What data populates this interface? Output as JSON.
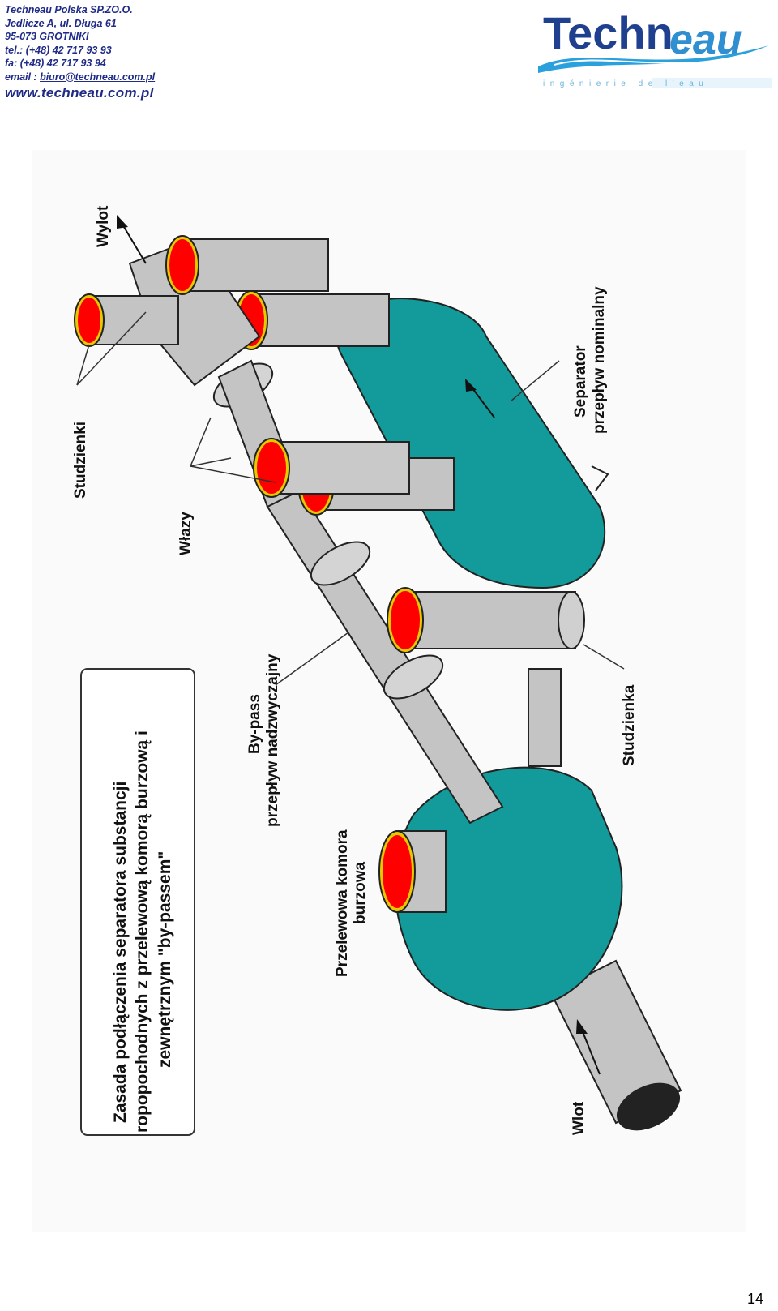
{
  "header": {
    "company": "Techneau Polska SP.ZO.O.",
    "address": "Jedlicze A, ul. Długa 61",
    "postal": "95-073 GROTNIKI",
    "tel": "tel.: (+48) 42 717 93 93",
    "fax": "fa:  (+48) 42 717 93 94",
    "email_prefix": "email : ",
    "email": "biuro@techneau.com.pl",
    "website": "www.techneau.com.pl"
  },
  "logo": {
    "brand_part1": "Techn",
    "brand_part2": "eau",
    "tagline": "ingénierie de l'eau",
    "colors": {
      "navy": "#1f3f8f",
      "blue": "#2f8fd0",
      "wave": "#2aa0dc"
    }
  },
  "diagram": {
    "title_line1": "Zasada podłączenia separatora substancji",
    "title_line2": "ropopochodnych z przelewową komorą burzową i",
    "title_line3": "zewnętrznym \"by-passem\"",
    "labels": {
      "wylot": "Wylot",
      "studzienki": "Studzienki",
      "wlazy": "Włazy",
      "separator_line1": "Separator",
      "separator_line2": "przepływ nominalny",
      "bypass_line1": "By-pass",
      "bypass_line2": "przepływ nadzwyczajny",
      "studzienka": "Studzienka",
      "komora_line1": "Przelewowa komora",
      "komora_line2": "burzowa",
      "wlot": "Wlot"
    },
    "colors": {
      "tank": "#139a9a",
      "pipe": "#c4c4c4",
      "hatch": "#ff0000",
      "hatch_ring": "#e8c800"
    },
    "icons": [
      "flow-arrow-icon"
    ]
  },
  "page_number": "14"
}
